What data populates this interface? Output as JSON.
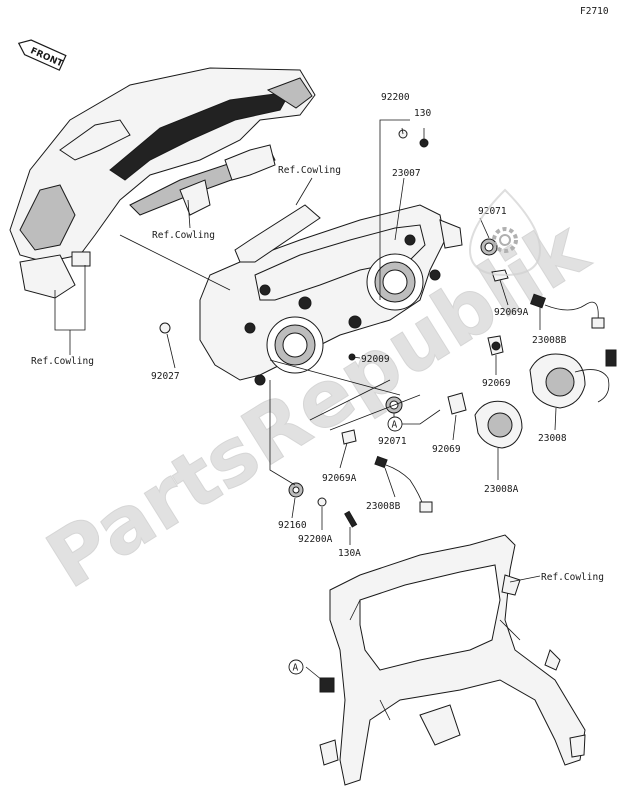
{
  "diagram_id": "F2710",
  "front_label": "FRONT",
  "watermark": "PartsRepublik",
  "labels": {
    "92200_top": "92200",
    "130_top": "130",
    "23007": "23007",
    "ref_cowling_center": "Ref.Cowling",
    "ref_cowling_left_mid": "Ref.Cowling",
    "ref_cowling_left_bottom": "Ref.Cowling",
    "ref_cowling_right": "Ref.Cowling",
    "92071_top": "92071",
    "92069A_top": "92069A",
    "23008B_top": "23008B",
    "92069_top": "92069",
    "23008": "23008",
    "92027": "92027",
    "92009": "92009",
    "92071_bottom": "92071",
    "92069_bottom": "92069",
    "23008A": "23008A",
    "92069A_bottom": "92069A",
    "23008B_bottom": "23008B",
    "92160": "92160",
    "92200A": "92200A",
    "130A": "130A",
    "ref_A_middle": "A",
    "ref_A_bottom": "A"
  }
}
